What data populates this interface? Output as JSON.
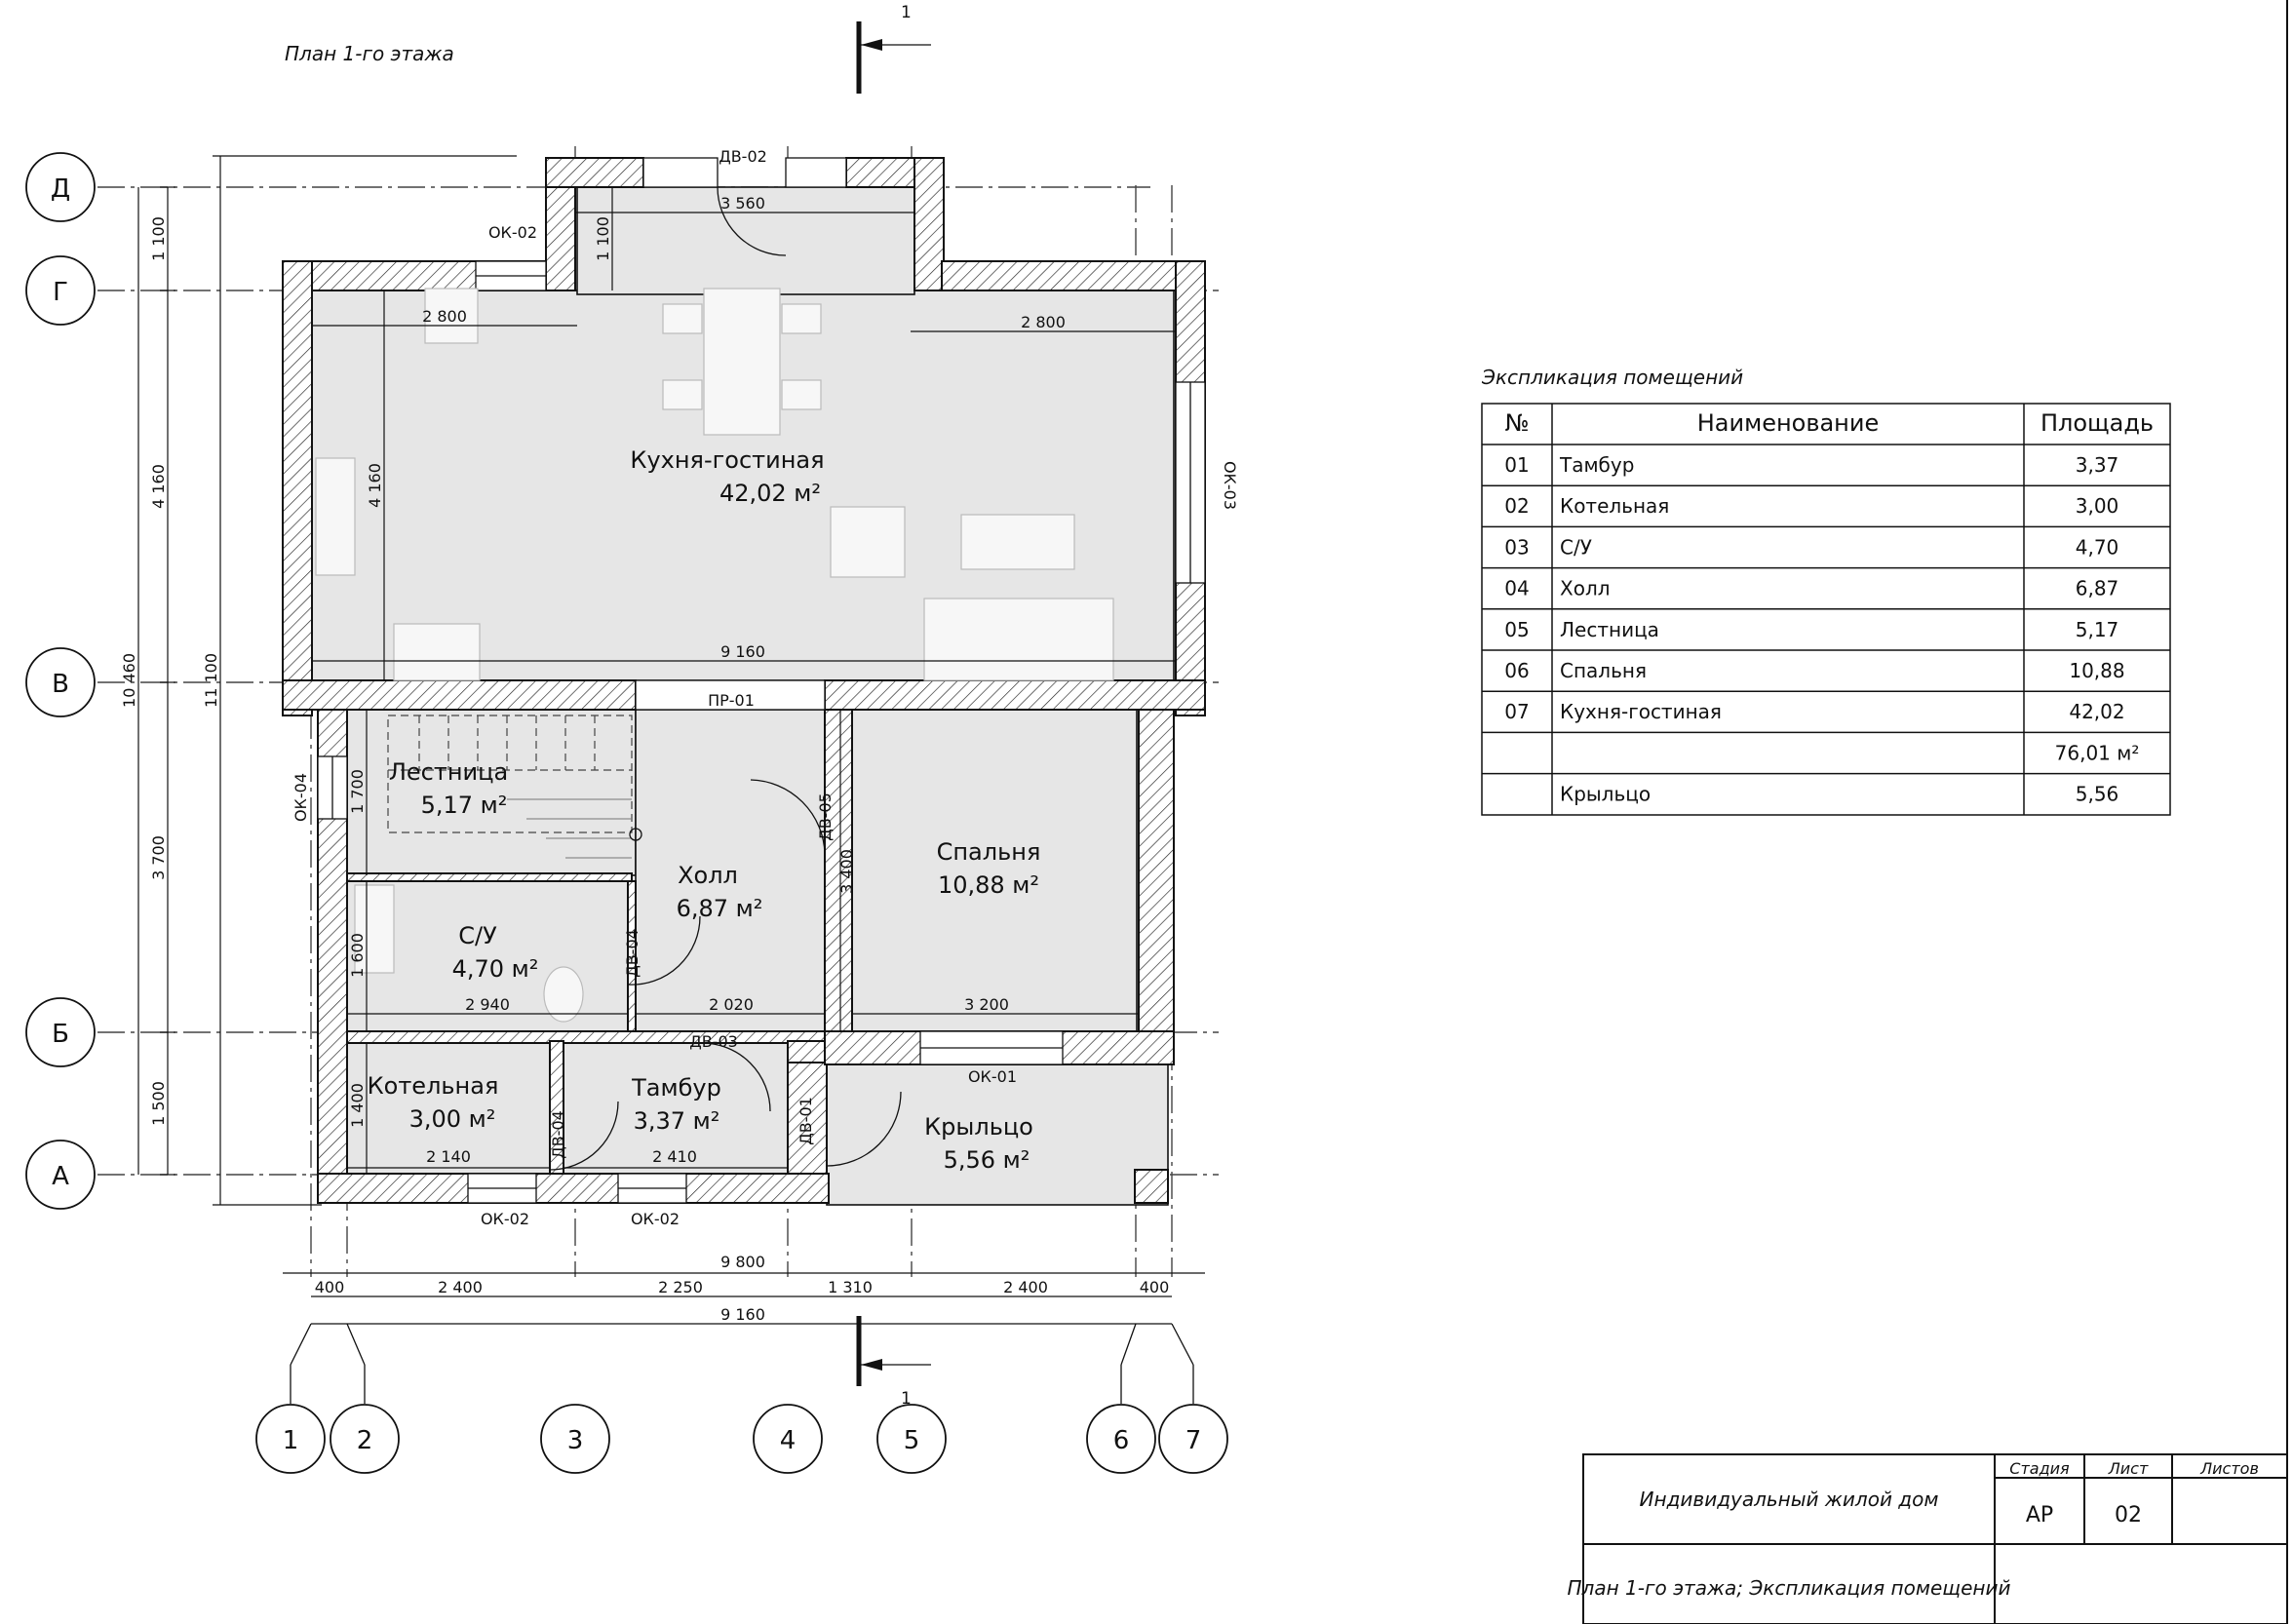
{
  "sheet_title": "План 1-го этажа",
  "section_mark": "1",
  "axes": {
    "rows": [
      "Д",
      "Г",
      "В",
      "Б",
      "А"
    ],
    "cols": [
      "1",
      "2",
      "3",
      "4",
      "5",
      "6",
      "7"
    ]
  },
  "rooms": [
    {
      "id": "kitchen",
      "name": "Кухня-гостиная",
      "area": "42,02 м²"
    },
    {
      "id": "stairs",
      "name": "Лестница",
      "area": "5,17 м²"
    },
    {
      "id": "hall",
      "name": "Холл",
      "area": "6,87 м²"
    },
    {
      "id": "bath",
      "name": "С/У",
      "area": "4,70 м²"
    },
    {
      "id": "bedroom",
      "name": "Спальня",
      "area": "10,88 м²"
    },
    {
      "id": "boiler",
      "name": "Котельная",
      "area": "3,00 м²"
    },
    {
      "id": "vestibule",
      "name": "Тамбур",
      "area": "3,37 м²"
    },
    {
      "id": "porch",
      "name": "Крыльцо",
      "area": "5,56 м²"
    }
  ],
  "openings": {
    "dv02": "ДВ-02",
    "ok02_top": "ОК-02",
    "ok03": "ОК-03",
    "pr01": "ПР-01",
    "ok04": "ОК-04",
    "dv05": "ДВ-05",
    "dv04_hall": "ДВ-04",
    "dv03": "ДВ-03",
    "dv04_boiler": "ДВ-04",
    "dv01": "ДВ-01",
    "ok01": "ОК-01",
    "ok02_b1": "ОК-02",
    "ok02_b2": "ОК-02"
  },
  "dims": {
    "top_porch": "3 560",
    "kitchen_left": "2 800",
    "kitchen_right": "2 800",
    "kitchen_bottom": "9 160",
    "kitchen_height": "4 160",
    "porch_height": "1 100",
    "stairs_h": "1 700",
    "bath_h": "1 600",
    "bath_w": "2 940",
    "hall_w": "2 020",
    "hall_h": "3 400",
    "bed_w": "3 200",
    "boiler_h": "1 400",
    "boiler_w": "2 140",
    "vest_w": "2 410",
    "left_1100": "1 100",
    "left_4160": "4 160",
    "left_3700": "3 700",
    "left_1500": "1 500",
    "left_10460": "10 460",
    "left_11100": "11 100",
    "overall_w": "9 800",
    "seg": [
      "400",
      "2 400",
      "2 250",
      "1 310",
      "2 400",
      "400"
    ],
    "axes_w": "9 160"
  },
  "explication": {
    "title": "Экспликация помещений",
    "headers": [
      "№",
      "Наименование",
      "Площадь"
    ],
    "rows": [
      [
        "01",
        "Тамбур",
        "3,37"
      ],
      [
        "02",
        "Котельная",
        "3,00"
      ],
      [
        "03",
        "С/У",
        "4,70"
      ],
      [
        "04",
        "Холл",
        "6,87"
      ],
      [
        "05",
        "Лестница",
        "5,17"
      ],
      [
        "06",
        "Спальня",
        "10,88"
      ],
      [
        "07",
        "Кухня-гостиная",
        "42,02"
      ],
      [
        "",
        "",
        "76,01 м²"
      ],
      [
        "",
        "Крыльцо",
        "5,56"
      ]
    ]
  },
  "title_block": {
    "project": "Индивидуальный жилой дом",
    "sheet_name": "План 1-го этажа; Экспликация помещений",
    "stage_label": "Стадия",
    "sheet_label": "Лист",
    "sheets_label": "Листов",
    "stage": "АР",
    "sheet": "02",
    "sheets": ""
  }
}
